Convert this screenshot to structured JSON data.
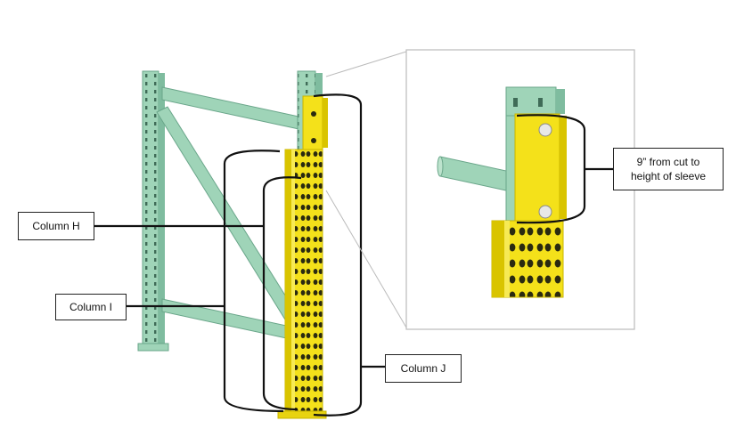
{
  "labels": {
    "column_h": "Column H",
    "column_i": "Column I",
    "column_j": "Column J",
    "sleeve_line1": "9” from cut to",
    "sleeve_line2": "height of sleeve"
  },
  "colors": {
    "frame_green": "#9fd4b8",
    "frame_green_dark": "#6aa68a",
    "post_yellow": "#f4e11a",
    "post_yellow_dark": "#c9b500",
    "hole": "#2a2a10",
    "bracket": "#111111",
    "inset_border": "#bbbbbb"
  }
}
